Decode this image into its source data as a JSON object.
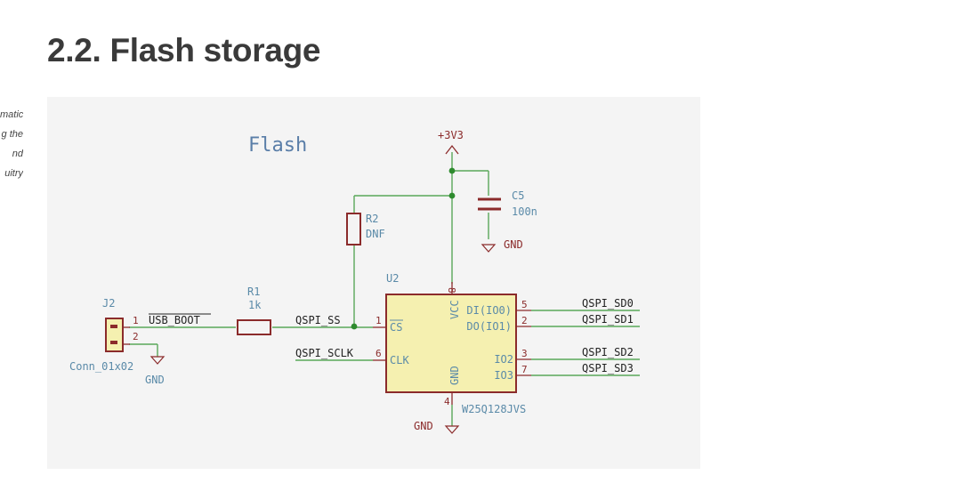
{
  "heading": "2.2. Flash storage",
  "sidenote_lines": [
    "matic",
    "g the",
    "nd",
    "uitry"
  ],
  "schematic": {
    "sheet_title": "Flash",
    "power_label": "+3V3",
    "gnd_label": "GND",
    "c5": {
      "ref": "C5",
      "value": "100n"
    },
    "r2": {
      "ref": "R2",
      "value": "DNF"
    },
    "r1": {
      "ref": "R1",
      "value": "1k"
    },
    "j2": {
      "ref": "J2",
      "value": "Conn_01x02",
      "pin1": "1",
      "pin2": "2"
    },
    "u2": {
      "ref": "U2",
      "part": "W25Q128JVS",
      "pins": {
        "cs": "CS",
        "clk": "CLK",
        "vcc": "VCC",
        "gnd": "GND",
        "di": "DI(IO0)",
        "do": "DO(IO1)",
        "io2": "IO2",
        "io3": "IO3"
      },
      "pin_numbers": {
        "cs": "1",
        "clk": "6",
        "vcc": "8",
        "gnd": "4",
        "di": "5",
        "do": "2",
        "io2": "3",
        "io3": "7"
      }
    },
    "nets": {
      "usb_boot": "USB_BOOT",
      "qspi_ss": "QSPI_SS",
      "qspi_sclk": "QSPI_SCLK",
      "sd0": "QSPI_SD0",
      "sd1": "QSPI_SD1",
      "sd2": "QSPI_SD2",
      "sd3": "QSPI_SD3"
    },
    "colors": {
      "wire": "#5aa85a",
      "component": "#8b2b2b",
      "ref_label": "#5a8aa8",
      "net_label": "#222222",
      "chip_fill": "#f5f0b0",
      "junction": "#2e8b2e"
    }
  }
}
